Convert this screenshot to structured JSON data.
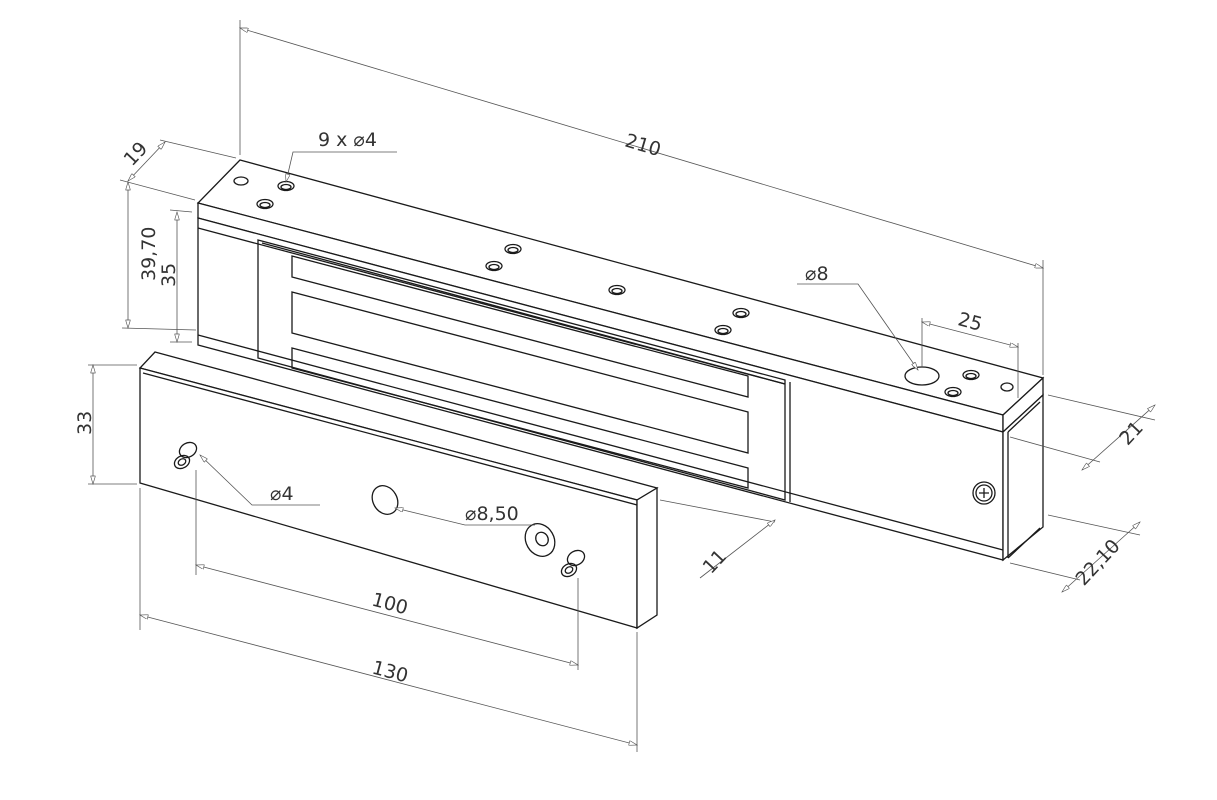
{
  "drawing": {
    "dimensions": {
      "overall_length": "210",
      "mount_holes": "9 x ⌀4",
      "width": "19",
      "body_height": "39,70",
      "coil_height": "35",
      "large_hole": "⌀8",
      "hole_spacing": "25",
      "plate_depth": "21",
      "housing_depth": "22,10",
      "armature_height": "33",
      "armature_pin": "⌀4",
      "armature_center_hole": "⌀8,50",
      "armature_thickness": "11",
      "pin_spacing": "100",
      "armature_length": "130"
    },
    "colors": {
      "line": "#1a1a1a",
      "dimension": "#555555"
    }
  }
}
